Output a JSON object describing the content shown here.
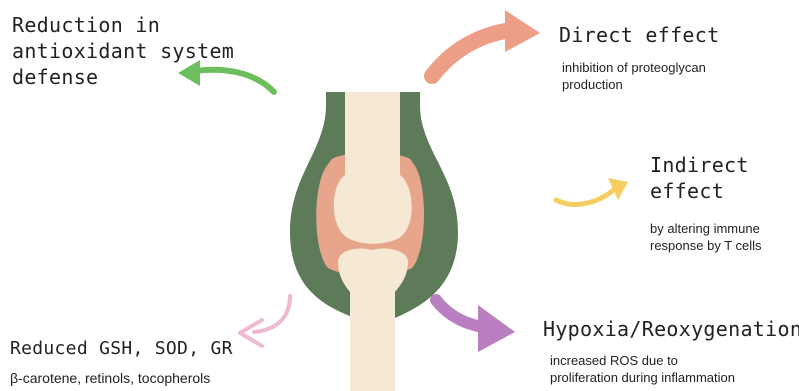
{
  "top_left": {
    "title_lines": [
      "Reduction in",
      "antioxidant system",
      "defense"
    ],
    "arrow_color": "#6cbf5c"
  },
  "direct": {
    "title": "Direct effect",
    "desc_lines": [
      "inhibition of proteoglycan",
      "production"
    ],
    "arrow_color": "#ec9f86"
  },
  "indirect": {
    "title_lines": [
      "Indirect",
      "effect"
    ],
    "desc_lines": [
      "by altering immune",
      "response by T cells"
    ],
    "arrow_color": "#f7cd61"
  },
  "hypoxia": {
    "title": "Hypoxia/Reoxygenation",
    "desc_lines": [
      "increased ROS due to",
      "proliferation during inflammation"
    ],
    "arrow_color": "#b97fc1"
  },
  "bottom_left": {
    "title": "Reduced GSH, SOD, GR",
    "desc_lines": [
      "β-carotene, retinols, tocopherols"
    ],
    "arrow_color": "#efb9d2"
  },
  "joint": {
    "capsule_color": "#5d7b59",
    "cartilage_color": "#e7a58c",
    "bone_color": "#f5e9d3",
    "icon": "knee-joint-icon"
  }
}
